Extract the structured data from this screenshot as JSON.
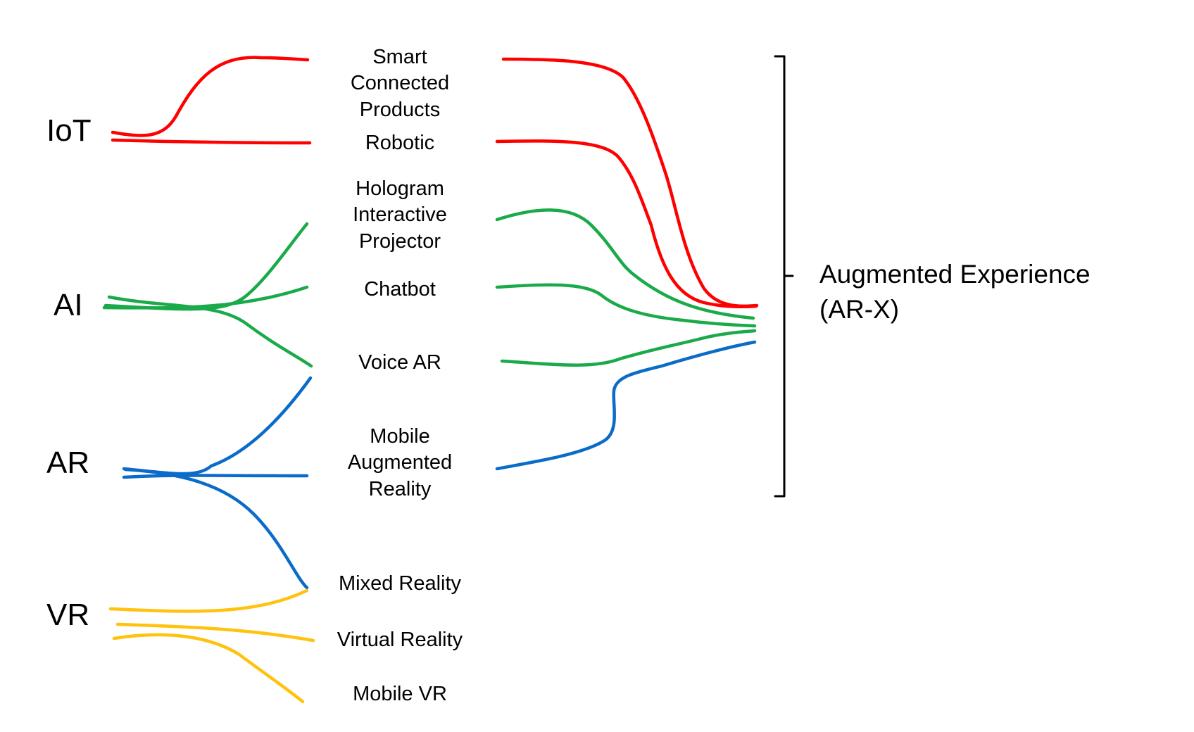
{
  "colors": {
    "iot": "#ff0000",
    "ai": "#1aaa4a",
    "ar": "#0a6cc8",
    "vr": "#ffc20e",
    "text": "#000000"
  },
  "sources": {
    "iot": "IoT",
    "ai": "AI",
    "ar": "AR",
    "vr": "VR"
  },
  "technologies": {
    "smart_connected_products": [
      "Smart",
      "Connected",
      "Products"
    ],
    "robotic": [
      "Robotic"
    ],
    "hologram_interactive_projector": [
      "Hologram",
      "Interactive",
      "Projector"
    ],
    "chatbot": [
      "Chatbot"
    ],
    "voice_ar": [
      "Voice AR"
    ],
    "mobile_augmented_reality": [
      "Mobile",
      "Augmented",
      "Reality"
    ],
    "mixed_reality": [
      "Mixed Reality"
    ],
    "virtual_reality": [
      "Virtual Reality"
    ],
    "mobile_vr": [
      "Mobile VR"
    ]
  },
  "result": {
    "lines": [
      "Augmented Experience",
      "(AR-X)"
    ]
  }
}
